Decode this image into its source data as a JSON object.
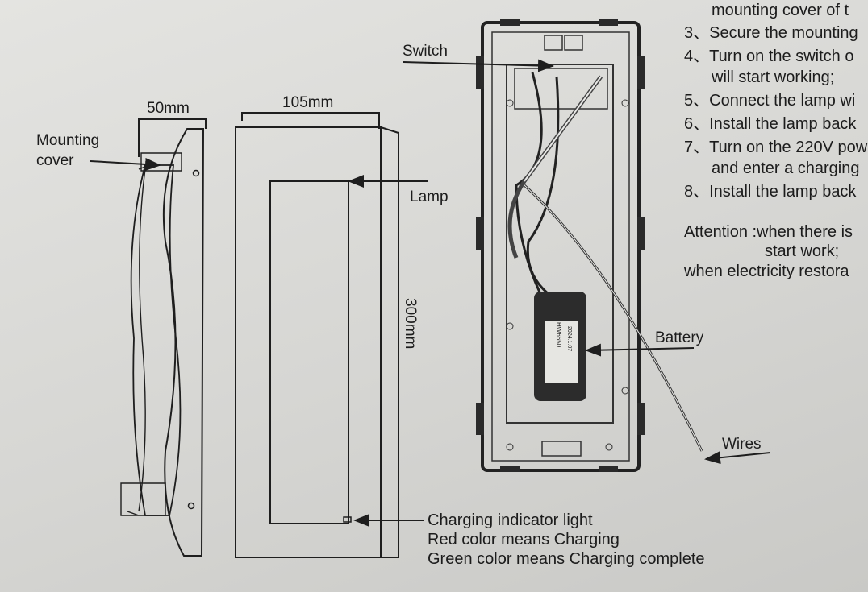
{
  "labels": {
    "mounting_cover": [
      "Mounting",
      "cover"
    ],
    "width_side": "50mm",
    "width_front": "105mm",
    "height": "300mm",
    "lamp": "Lamp",
    "switch": "Switch",
    "battery": "Battery",
    "wires": "Wires",
    "battery_print": [
      "HW6650",
      "2024.1.07"
    ]
  },
  "indicator_note": [
    "Charging indicator light",
    "Red color means Charging",
    "Green color means Charging complete"
  ],
  "instructions": [
    "mounting  cover of t",
    "3、Secure the mounting",
    "4、Turn on the switch o",
    "will start working;",
    "5、Connect the lamp wi",
    "6、Install the lamp back",
    "7、Turn on the  220V pow",
    "and enter a charging",
    "8、Install the lamp back"
  ],
  "attention": [
    "Attention :when there is",
    "start work;",
    "when electricity restora"
  ]
}
